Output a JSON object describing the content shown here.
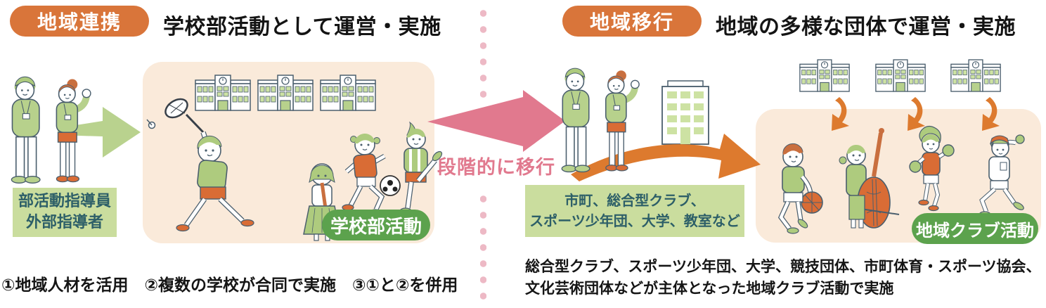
{
  "left_panel": {
    "badge": "地域連携",
    "heading": "学校部活動として運営・実施",
    "leaders_label_line1": "部活動指導員",
    "leaders_label_line2": "外部指導者",
    "scene_label": "学校部活動",
    "note": "①地域人材を活用　②複数の学校が合同で実施　③①と②を併用"
  },
  "center": {
    "transition_label": "段階的に移行"
  },
  "right_panel": {
    "badge": "地域移行",
    "heading": "地域の多様な団体で運営・実施",
    "organizations_label_line1": "市町、総合型クラブ、",
    "organizations_label_line2": "スポーツ少年団、大学、教室など",
    "scene_label": "地域クラブ活動",
    "note_line1": "総合型クラブ、スポーツ少年団、大学、競技団体、市町体育・スポーツ協会、",
    "note_line2": "文化芸術団体などが主体となった地域クラブ活動で実施"
  },
  "colors": {
    "badge_orange": "#d9753a",
    "swoosh_orange": "#dd7a2e",
    "pill_green": "#5ca24d",
    "label_box_green": "#cadd9e",
    "label_text_teal": "#2d5f68",
    "panel_beige": "#faeada",
    "transition_pink": "#e1798e",
    "dot_pink": "#edb9c5",
    "arrow_light_green": "#b9d28e",
    "illustration_outline": "#4a5e6d",
    "illustration_green": "#aecb7e",
    "illustration_orange": "#d96c35",
    "hair_orange": "#c96f3f",
    "window_green": "#cde2a3"
  }
}
